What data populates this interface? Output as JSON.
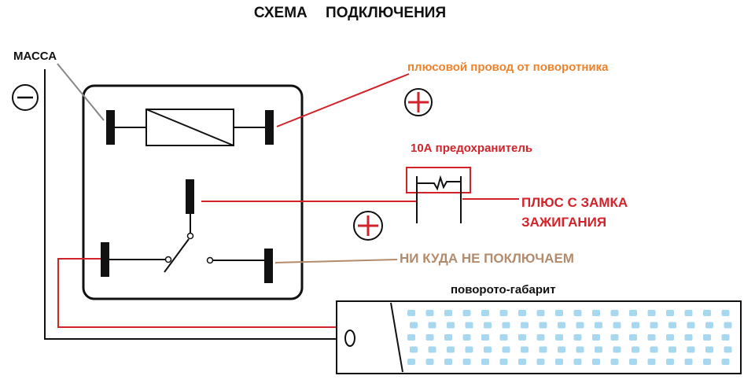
{
  "title": "СХЕМА    ПОДКЛЮЧЕНИЯ",
  "labels": {
    "ground": "МАССА",
    "plus_wire": "плюсовой провод от поворотника",
    "fuse": "10А предохранитель",
    "ignition_line1": "ПЛЮС С ЗАМКА",
    "ignition_line2": "ЗАЖИГАНИЯ",
    "not_connected": "НИ КУДА НЕ ПОКЛЮЧАЕМ",
    "lamp": "поворото-габарит"
  },
  "symbols": {
    "minus": "minus-sign",
    "plus": "plus-sign"
  },
  "colors": {
    "positive": "#d2232a",
    "turn_signal_label": "#f0822d",
    "unused_wire": "#b38b6d",
    "ground": "#111111",
    "led": "#a8d8f0"
  }
}
